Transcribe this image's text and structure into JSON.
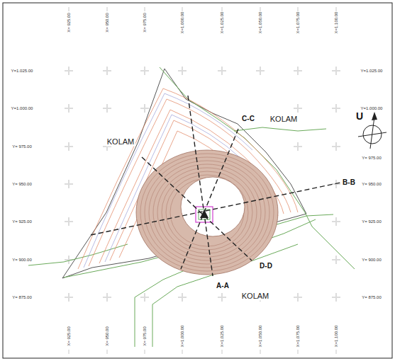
{
  "diagram": {
    "labels": [
      "X= 925.00",
      "X= 950.00",
      "X= 975.00",
      "X=1.000.00",
      "X=1.025.00",
      "X=1.050.00",
      "X=1.075.00",
      "X=1.100.00",
      "X= 925.00",
      "X= 950.00",
      "X= 975.00",
      "X=1.000.00",
      "X=1.025.00",
      "X=1.050.00",
      "X=1.075.00",
      "X=1.100.00",
      "Y=1.025.00",
      "Y=1.000.00",
      "Y= 975.00",
      "Y= 950.00",
      "Y= 925.00",
      "Y= 900.00",
      "Y= 875.00",
      "Y=1.025.00",
      "Y=1.000.00",
      "Y= 975.00",
      "Y= 950.00",
      "Y= 925.00",
      "Y= 900.00",
      "Y= 875.00",
      "KOLAM",
      "KOLAM",
      "KOLAM",
      "C-C",
      "B-B",
      "D-D",
      "A-A",
      "U"
    ]
  }
}
